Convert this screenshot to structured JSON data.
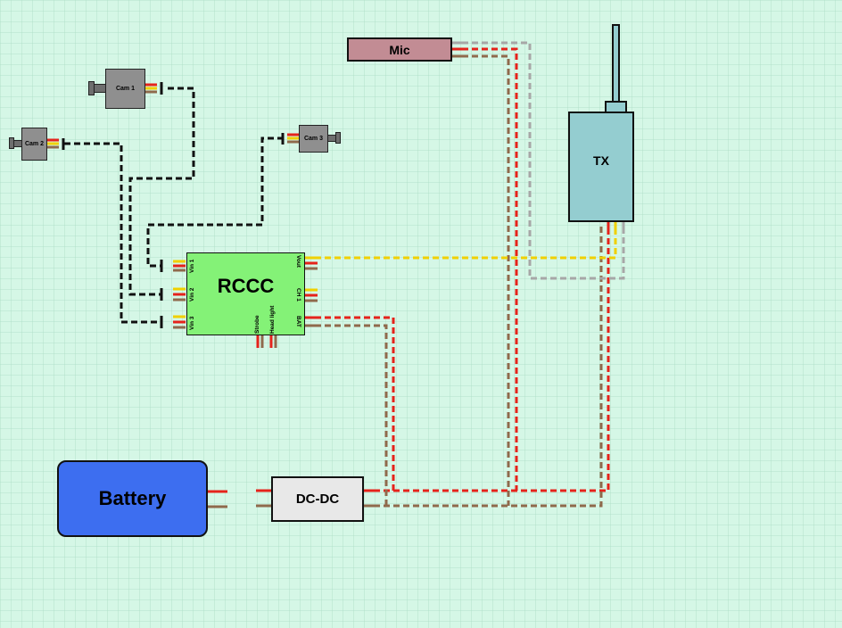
{
  "colors": {
    "background": "#d5f7e6",
    "grid": "#a9dcc3",
    "wire_red": "#e5231b",
    "wire_brown": "#8f6a4c",
    "wire_yellow": "#f0d000",
    "wire_black": "#111111",
    "wire_gray": "#a7a7a7",
    "rccc": "#84f277",
    "tx": "#94cdd0",
    "mic": "#c28c94",
    "battery": "#3d6ef0",
    "dcdc": "#e8e8e8",
    "camera": "#8f8f8f"
  },
  "components": {
    "rccc": {
      "label": "RCCC",
      "pins_left": [
        "Vin 1",
        "Vin 2",
        "Vin 3"
      ],
      "pins_right": [
        "Vout",
        "CH 1",
        "BAT"
      ],
      "pins_bottom": [
        "Strobe",
        "Head light"
      ]
    },
    "tx": {
      "label": "TX",
      "icon": "antenna-icon"
    },
    "mic": {
      "label": "Mic"
    },
    "battery": {
      "label": "Battery"
    },
    "dcdc": {
      "label": "DC-DC"
    },
    "cam1": {
      "label": "Cam 1"
    },
    "cam2": {
      "label": "Cam 2"
    },
    "cam3": {
      "label": "Cam 3"
    }
  }
}
